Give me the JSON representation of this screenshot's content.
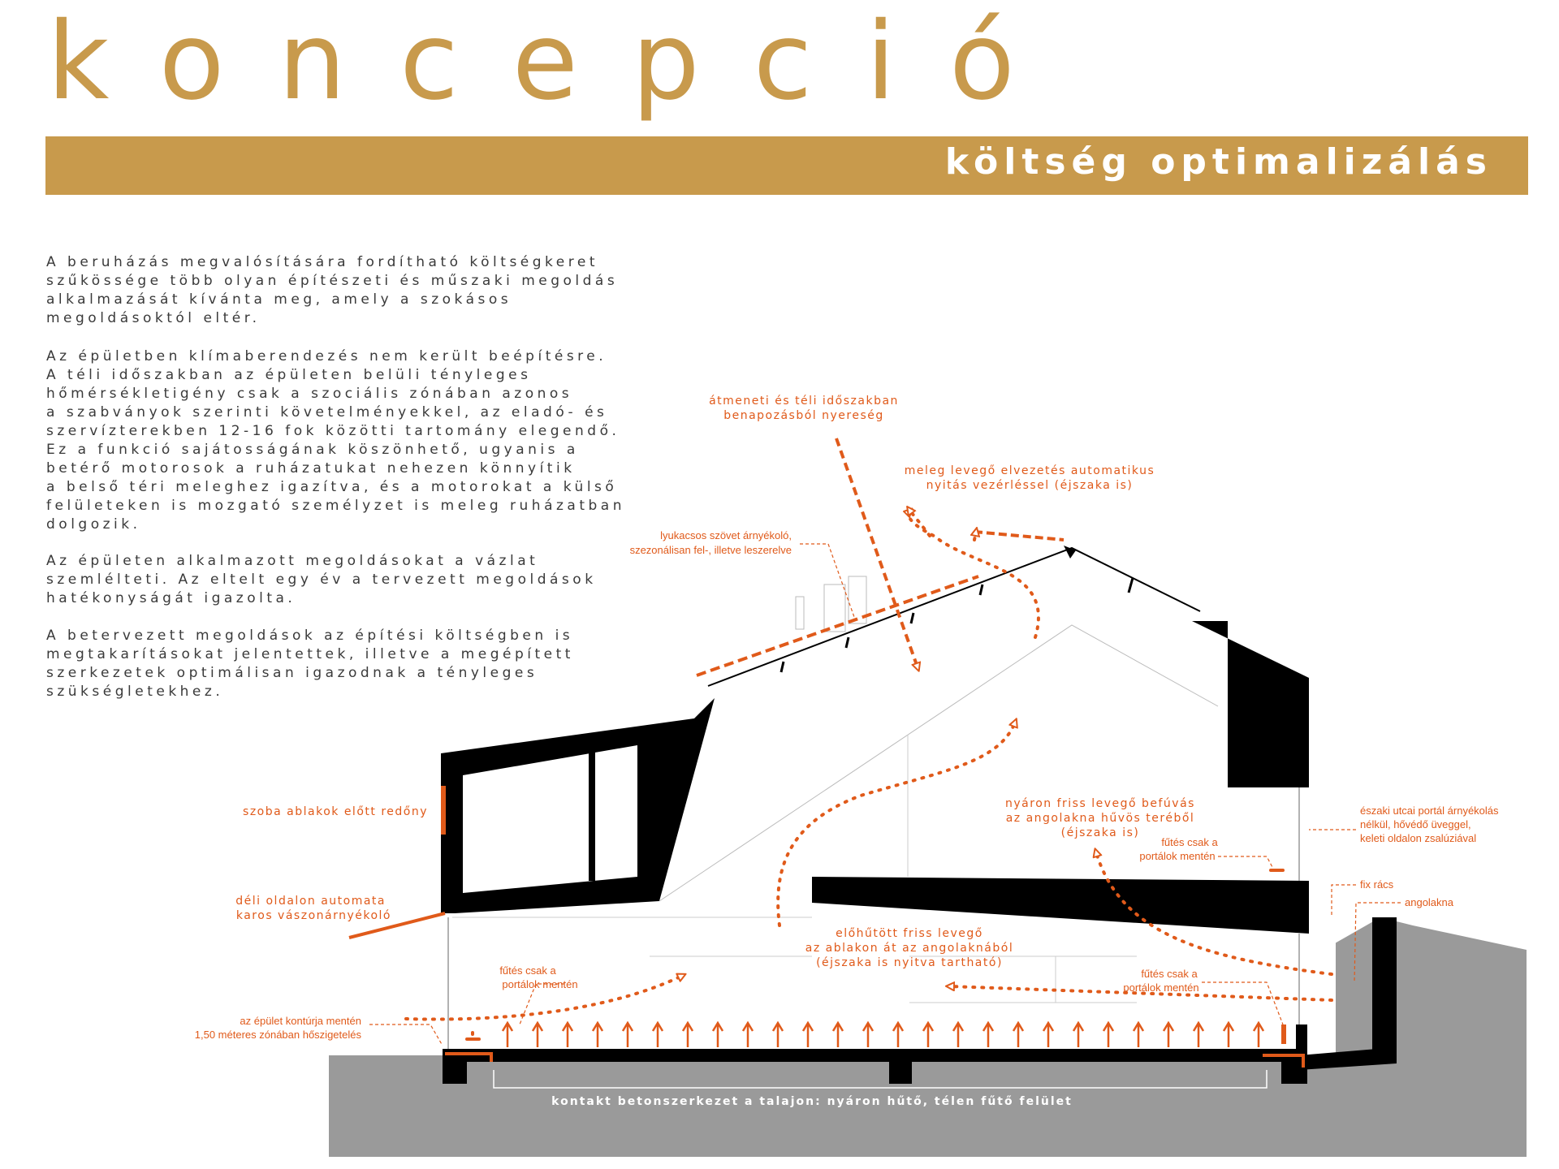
{
  "header": {
    "title": "koncepció",
    "banner": "költség optimalizálás"
  },
  "text": {
    "p1": "A beruházás megvalósítására fordítható költségkeret\nszűkössége több olyan építészeti és műszaki megoldás\nalkalmazását kívánta meg, amely a szokásos\nmegoldásoktól eltér.",
    "p2": "Az épületben klímaberendezés nem került beépítésre.\nA téli időszakban az épületen belüli tényleges\nhőmérsékletigény csak a szociális zónában azonos\na szabványok szerinti követelményekkel, az eladó- és\nszervízterekben 12-16 fok közötti tartomány elegendő.\nEz a funkció sajátosságának köszönhető, ugyanis a\nbetérő motorosok a ruházatukat nehezen könnyítik\na belső téri meleghez igazítva, és a motorokat a külső\nfelületeken is mozgató személyzet is meleg ruházatban\ndolgozik.",
    "p3": "Az épületen alkalmazott megoldásokat a vázlat\nszemlélteti. Az eltelt egy év a tervezett megoldások\nhatékonyságát igazolta.",
    "p4": "A betervezett megoldások az építési költségben is\nmegtakarításokat jelentettek, illetve a megépített\nszerkezetek optimálisan igazodnak a tényleges\nszükségletekhez."
  },
  "labels": {
    "solar_1": "átmeneti és téli időszakban",
    "solar_2": "benapozásból nyereség",
    "vent_1": "meleg levegő elvezetés automatikus",
    "vent_2": "nyitás vezérléssel (éjszaka is)",
    "fabric_1": "lyukacsos szövet árnyékoló,",
    "fabric_2": "szezonálisan fel-, illetve leszerelve",
    "shutter": "szoba ablakok előtt redőny",
    "awning_1": "déli oldalon automata",
    "awning_2": "karos vászonárnyékoló",
    "heat_left_1": "fűtés csak a",
    "heat_left_2": "portálok mentén",
    "insul_1": "az épület kontúrja mentén",
    "insul_2": "1,50 méteres zónában hőszigetelés",
    "fresh_1": "nyáron friss levegő befúvás",
    "fresh_2": "az angolakna hűvös teréből",
    "fresh_3": "(éjszaka is)",
    "heat_mid_1": "fűtés csak a",
    "heat_mid_2": "portálok mentén",
    "north_1": "északi utcai portál árnyékolás",
    "north_2": "nélkül, hővédő üveggel,",
    "north_3": "keleti oldalon zsalúziával",
    "grille": "fix rács",
    "lightwell": "angolakna",
    "precool_1": "előhűtött friss levegő",
    "precool_2": "az ablakon át az angolaknából",
    "precool_3": "(éjszaka is nyitva tartható)",
    "heat_right_1": "fűtés csak a",
    "heat_right_2": "portálok mentén",
    "slab": "kontakt betonszerkezet a talajon: nyáron hűtő, télen fűtő felület"
  },
  "colors": {
    "accent": "#c89a4c",
    "annotation": "#e05a1a",
    "ground": "#9a9a9a"
  }
}
